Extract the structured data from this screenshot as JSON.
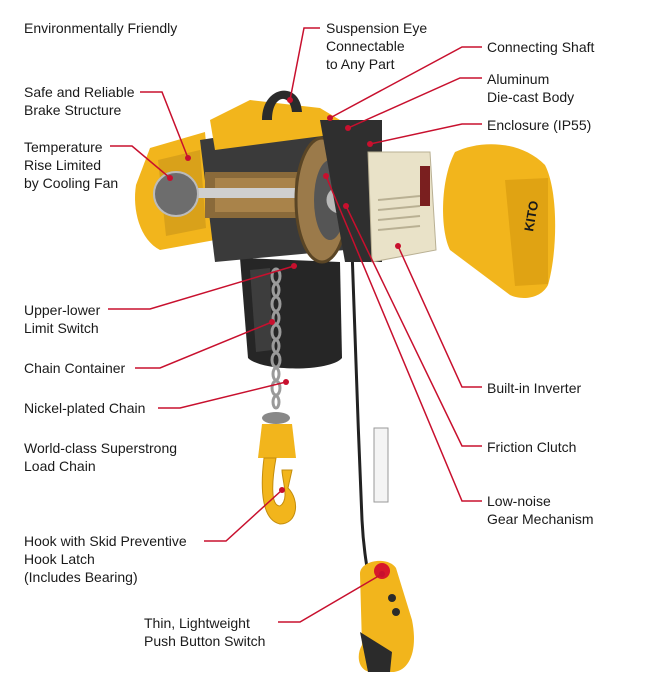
{
  "colors": {
    "leader_line": "#c8102e",
    "hoist_yellow": "#f2b51c",
    "hoist_dark": "#2b2b2b",
    "motor_bronze": "#8a6a3a",
    "inverter_beige": "#e9e2c8",
    "chain_steel": "#9a9a9a"
  },
  "labels": {
    "environmentally_friendly": "Environmentally Friendly",
    "suspension_eye": "Suspension Eye\nConnectable\nto Any Part",
    "connecting_shaft": "Connecting Shaft",
    "aluminum_body": "Aluminum\nDie-cast Body",
    "enclosure": "Enclosure (IP55)",
    "brake_structure": "Safe and Reliable\nBrake Structure",
    "cooling_fan": "Temperature\nRise Limited\nby Cooling Fan",
    "limit_switch": "Upper-lower\nLimit Switch",
    "chain_container": "Chain Container",
    "nickel_chain": "Nickel-plated Chain",
    "load_chain": "World-class Superstrong\nLoad Chain",
    "hook_latch": "Hook with Skid Preventive\nHook Latch\n(Includes Bearing)",
    "push_button": "Thin, Lightweight\nPush Button Switch",
    "inverter": "Built-in Inverter",
    "friction_clutch": "Friction Clutch",
    "gear_mechanism": "Low-noise\nGear Mechanism"
  }
}
